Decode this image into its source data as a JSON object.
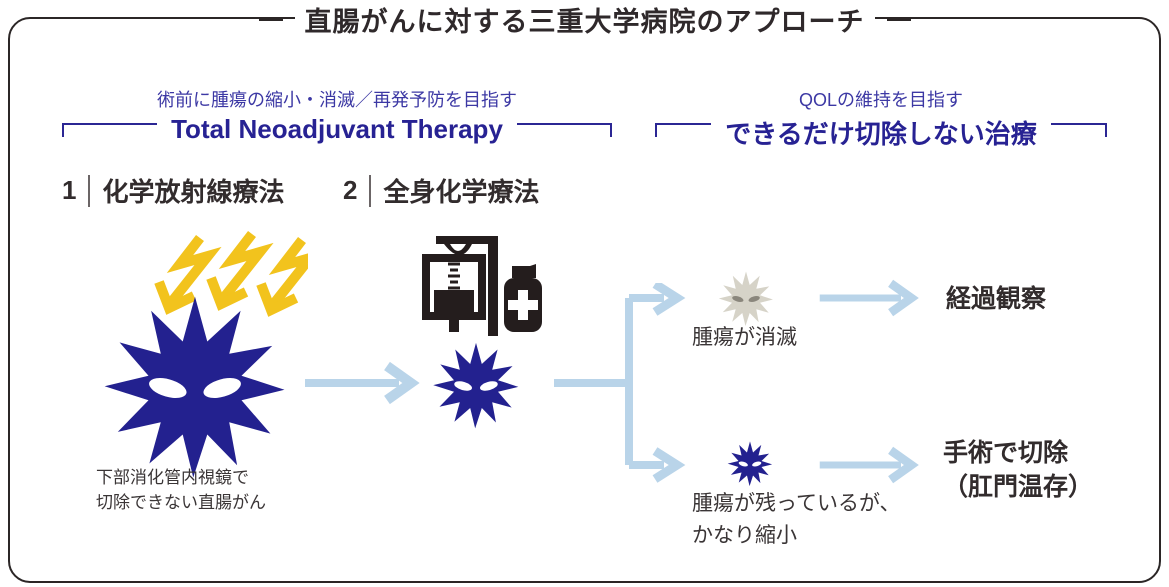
{
  "title": "直腸がんに対する三重大学病院のアプローチ",
  "left_section": {
    "subtitle": "術前に腫瘍の縮小・消滅／再発予防を目指す",
    "heading": "Total Neoadjuvant Therapy",
    "steps": [
      {
        "number": "1",
        "label": "化学放射線療法"
      },
      {
        "number": "2",
        "label": "全身化学療法"
      }
    ],
    "tumor_caption_lines": [
      "下部消化管内視鏡で",
      "切除できない直腸がん"
    ]
  },
  "right_section": {
    "subtitle": "QOLの維持を目指す",
    "heading": "できるだけ切除しない治療",
    "outcomes": [
      {
        "state_lines": [
          "腫瘍が消滅"
        ],
        "result_lines": [
          "経過観察"
        ]
      },
      {
        "state_lines": [
          "腫瘍が残っているが、",
          "かなり縮小"
        ],
        "result_lines": [
          "手術で切除",
          "（肛門温存）"
        ]
      }
    ]
  },
  "icons": {
    "radiation": "radiation-zigzag-arrows",
    "iv_drip": "iv-drip-stand",
    "medicine_bottle": "medicine-bottle-cross",
    "tumor": "spiky-star-tumor",
    "flow_arrow": "light-blue-arrow"
  },
  "colors": {
    "accent_navy": "#272293",
    "subtitle_blue": "#3c38a4",
    "arrow_blue": "#b9d4e9",
    "radiation_yellow": "#f2c31d",
    "tumor_navy": "#23218f",
    "tumor_faded": "#d6d3c8",
    "icon_black": "#241d1d",
    "text_dark": "#322c2d",
    "frame_border": "#2b2626"
  }
}
